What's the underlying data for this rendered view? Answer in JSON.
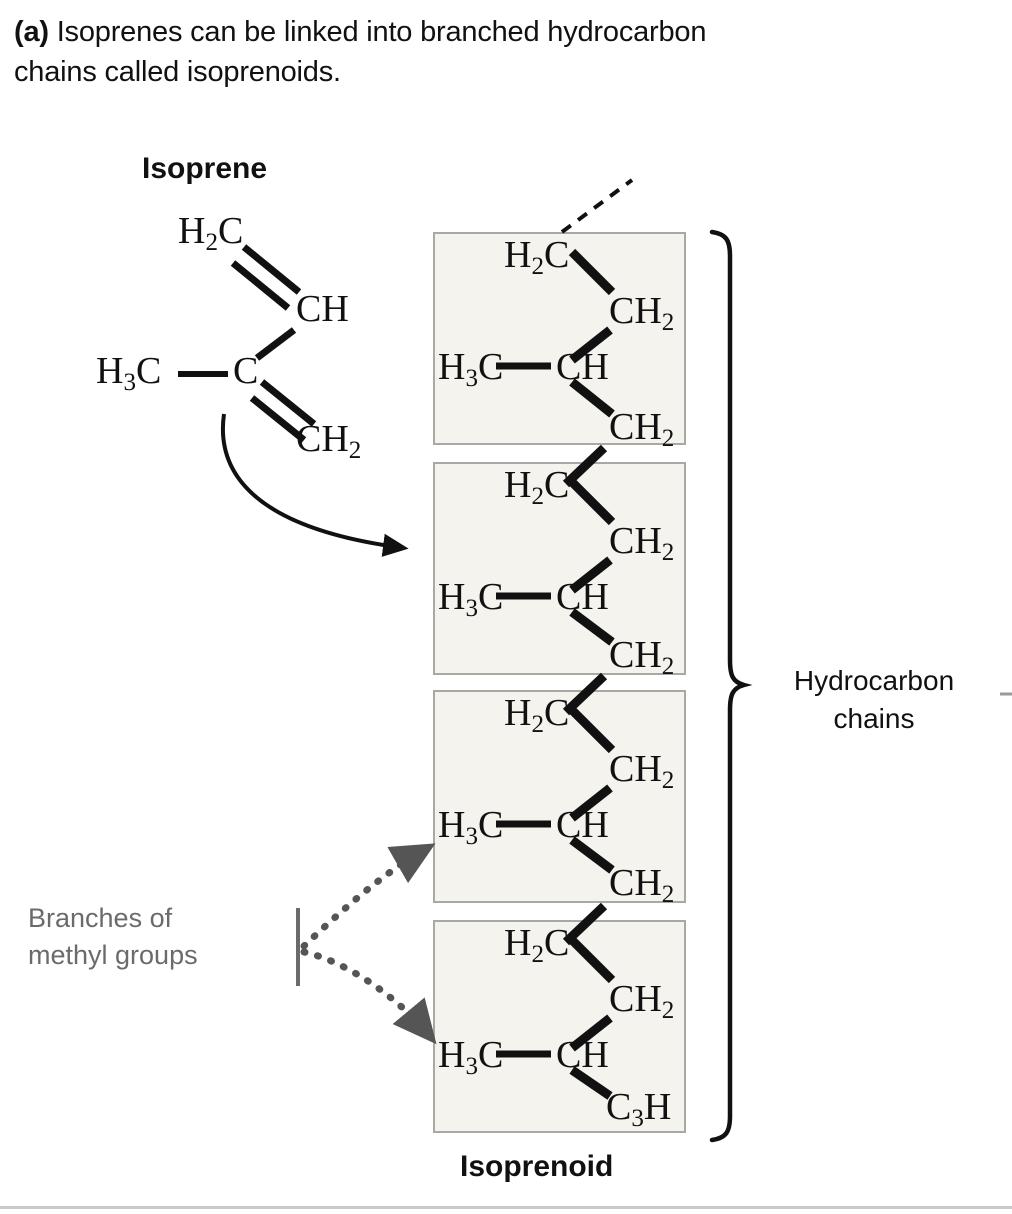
{
  "caption": {
    "label": "(a)",
    "text": "Isoprenes can be linked into branched hydrocarbon chains called isoprenoids."
  },
  "headings": {
    "isoprene": "Isoprene",
    "isoprenoid": "Isoprenoid"
  },
  "annotations": {
    "branches": "Branches of methyl groups",
    "branches_line1": "Branches of",
    "branches_line2": "methyl groups",
    "hydrocarbon": "Hydrocarbon chains",
    "hydrocarbon_line1": "Hydrocarbon",
    "hydrocarbon_line2": "chains"
  },
  "isoprene_molecule": {
    "atoms": [
      {
        "id": "h2c",
        "formula": "H2C",
        "html": "H<sub>2</sub>C"
      },
      {
        "id": "ch",
        "formula": "CH",
        "html": "CH"
      },
      {
        "id": "h3c",
        "formula": "H3C",
        "html": "H<sub>3</sub>C"
      },
      {
        "id": "c",
        "formula": "C",
        "html": "C"
      },
      {
        "id": "ch2",
        "formula": "CH2",
        "html": "CH<sub>2</sub>"
      }
    ],
    "bonds": [
      {
        "from": "h2c",
        "to": "ch",
        "order": 2
      },
      {
        "from": "ch",
        "to": "c",
        "order": 1
      },
      {
        "from": "h3c",
        "to": "c",
        "order": 1
      },
      {
        "from": "c",
        "to": "ch2",
        "order": 2
      }
    ]
  },
  "chain_units": [
    {
      "index": 1,
      "top": "H2C",
      "top_html": "H<sub>2</sub>C",
      "upper_right": "CH2",
      "upper_right_html": "CH<sub>2</sub>",
      "branch": "H3C",
      "branch_html": "H<sub>3</sub>C",
      "center": "CH",
      "center_html": "CH",
      "lower_right": "CH2",
      "lower_right_html": "CH<sub>2</sub>"
    },
    {
      "index": 2,
      "top": "H2C",
      "top_html": "H<sub>2</sub>C",
      "upper_right": "CH2",
      "upper_right_html": "CH<sub>2</sub>",
      "branch": "H3C",
      "branch_html": "H<sub>3</sub>C",
      "center": "CH",
      "center_html": "CH",
      "lower_right": "CH2",
      "lower_right_html": "CH<sub>2</sub>"
    },
    {
      "index": 3,
      "top": "H2C",
      "top_html": "H<sub>2</sub>C",
      "upper_right": "CH2",
      "upper_right_html": "CH<sub>2</sub>",
      "branch": "H3C",
      "branch_html": "H<sub>3</sub>C",
      "center": "CH",
      "center_html": "CH",
      "lower_right": "CH2",
      "lower_right_html": "CH<sub>2</sub>"
    },
    {
      "index": 4,
      "top": "H2C",
      "top_html": "H<sub>2</sub>C",
      "upper_right": "CH2",
      "upper_right_html": "CH<sub>2</sub>",
      "branch": "H3C",
      "branch_html": "H<sub>3</sub>C",
      "center": "CH",
      "center_html": "CH",
      "lower_right": "C3H",
      "lower_right_html": "C<sub>3</sub>H"
    }
  ],
  "colors": {
    "box_fill": "#f5f3ed",
    "box_border": "#a9a9a4",
    "bond": "#111111",
    "grey_label": "#6b6b6b",
    "black_label": "#111111",
    "dotted_arrow": "#555555",
    "bottom_rule": "#c9c9c9"
  }
}
